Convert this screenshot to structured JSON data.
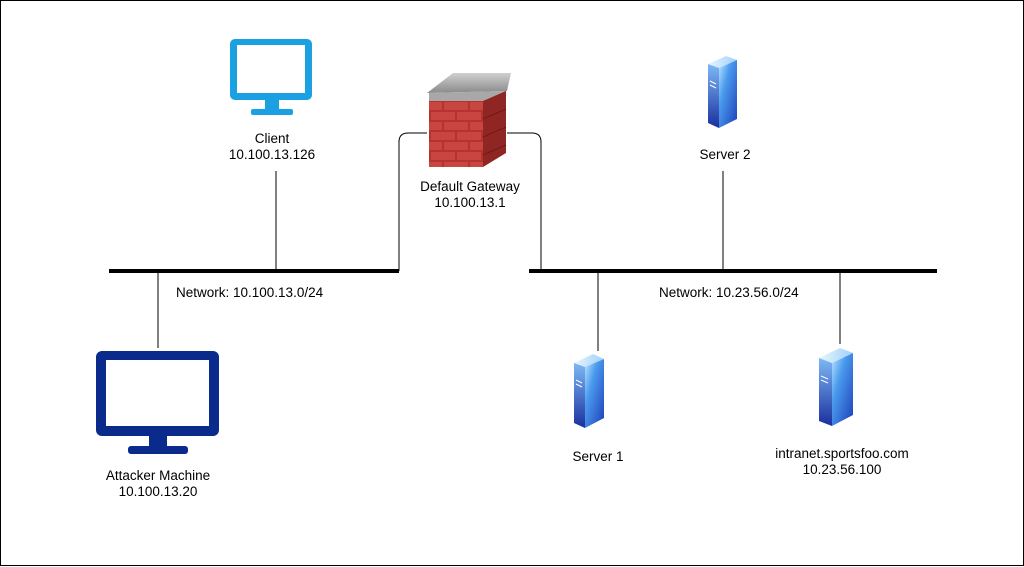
{
  "nodes": {
    "client": {
      "name": "Client",
      "ip": "10.100.13.126"
    },
    "attacker": {
      "name": "Attacker Machine",
      "ip": "10.100.13.20"
    },
    "gateway": {
      "name": "Default Gateway",
      "ip": "10.100.13.1"
    },
    "server2": {
      "name": "Server 2"
    },
    "server1": {
      "name": "Server 1"
    },
    "intranet": {
      "name": "intranet.sportsfoo.com",
      "ip": "10.23.56.100"
    }
  },
  "networks": {
    "left": {
      "label": "Network: 10.100.13.0/24"
    },
    "right": {
      "label": "Network: 10.23.56.0/24"
    }
  },
  "colors": {
    "client_monitor": "#1BA1E2",
    "attacker_monitor": "#0A2A8C",
    "server_blue": "#2E6FD8",
    "firewall_brick": "#B83A36"
  }
}
